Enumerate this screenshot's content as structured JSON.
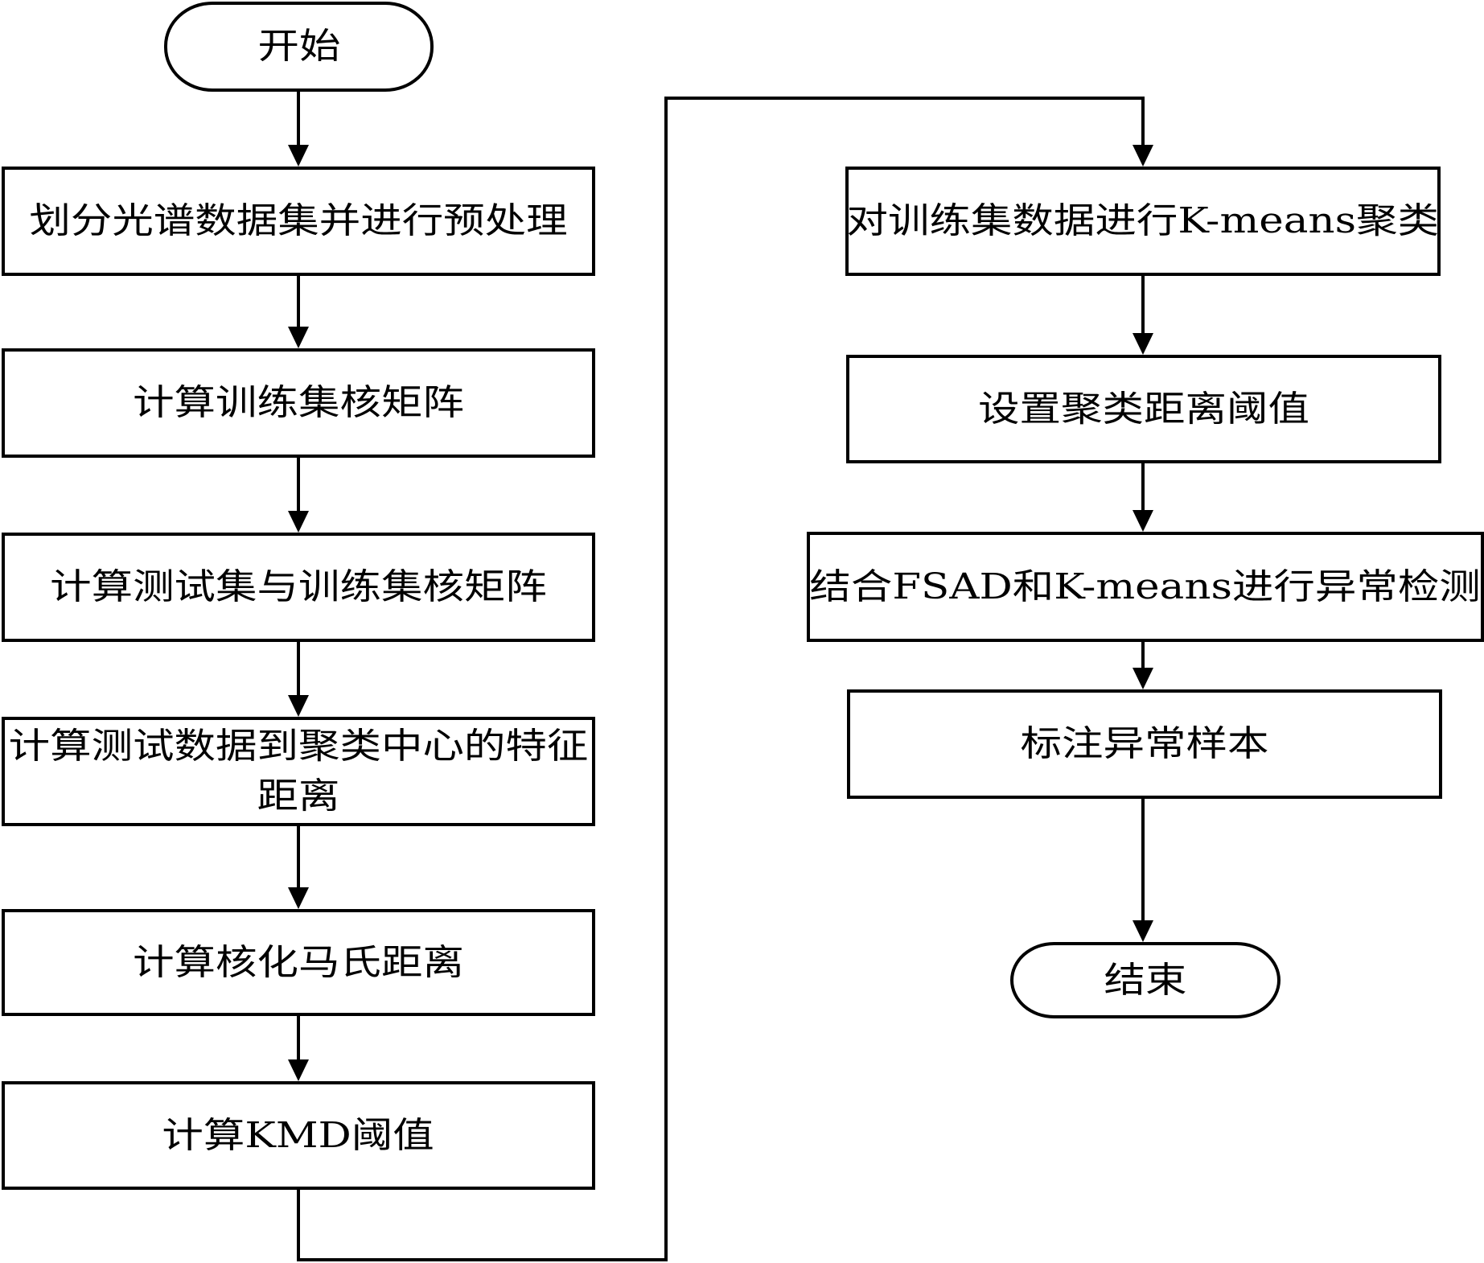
{
  "diagram": {
    "type": "flowchart",
    "nodes": [
      {
        "id": "start",
        "shape": "terminator",
        "label": "开始"
      },
      {
        "id": "n1",
        "shape": "process",
        "label": "划分光谱数据集并进行预处理"
      },
      {
        "id": "n2",
        "shape": "process",
        "label": "计算训练集核矩阵"
      },
      {
        "id": "n3",
        "shape": "process",
        "label": "计算测试集与训练集核矩阵"
      },
      {
        "id": "n4",
        "shape": "process",
        "label_line1": "计算测试数据到聚类中心的特征",
        "label_line2": "距离"
      },
      {
        "id": "n5",
        "shape": "process",
        "label": "计算核化马氏距离"
      },
      {
        "id": "n6",
        "shape": "process",
        "label": "计算KMD阈值"
      },
      {
        "id": "n7",
        "shape": "process",
        "label": "对训练集数据进行K-means聚类"
      },
      {
        "id": "n8",
        "shape": "process",
        "label": "设置聚类距离阈值"
      },
      {
        "id": "n9",
        "shape": "process",
        "label": "结合FSAD和K-means进行异常检测"
      },
      {
        "id": "n10",
        "shape": "process",
        "label": "标注异常样本"
      },
      {
        "id": "end",
        "shape": "terminator",
        "label": "结束"
      }
    ],
    "edges": [
      {
        "from": "start",
        "to": "n1"
      },
      {
        "from": "n1",
        "to": "n2"
      },
      {
        "from": "n2",
        "to": "n3"
      },
      {
        "from": "n3",
        "to": "n4"
      },
      {
        "from": "n4",
        "to": "n5"
      },
      {
        "from": "n5",
        "to": "n6"
      },
      {
        "from": "n6",
        "to": "n7"
      },
      {
        "from": "n7",
        "to": "n8"
      },
      {
        "from": "n8",
        "to": "n9"
      },
      {
        "from": "n9",
        "to": "n10"
      },
      {
        "from": "n10",
        "to": "end"
      }
    ]
  }
}
